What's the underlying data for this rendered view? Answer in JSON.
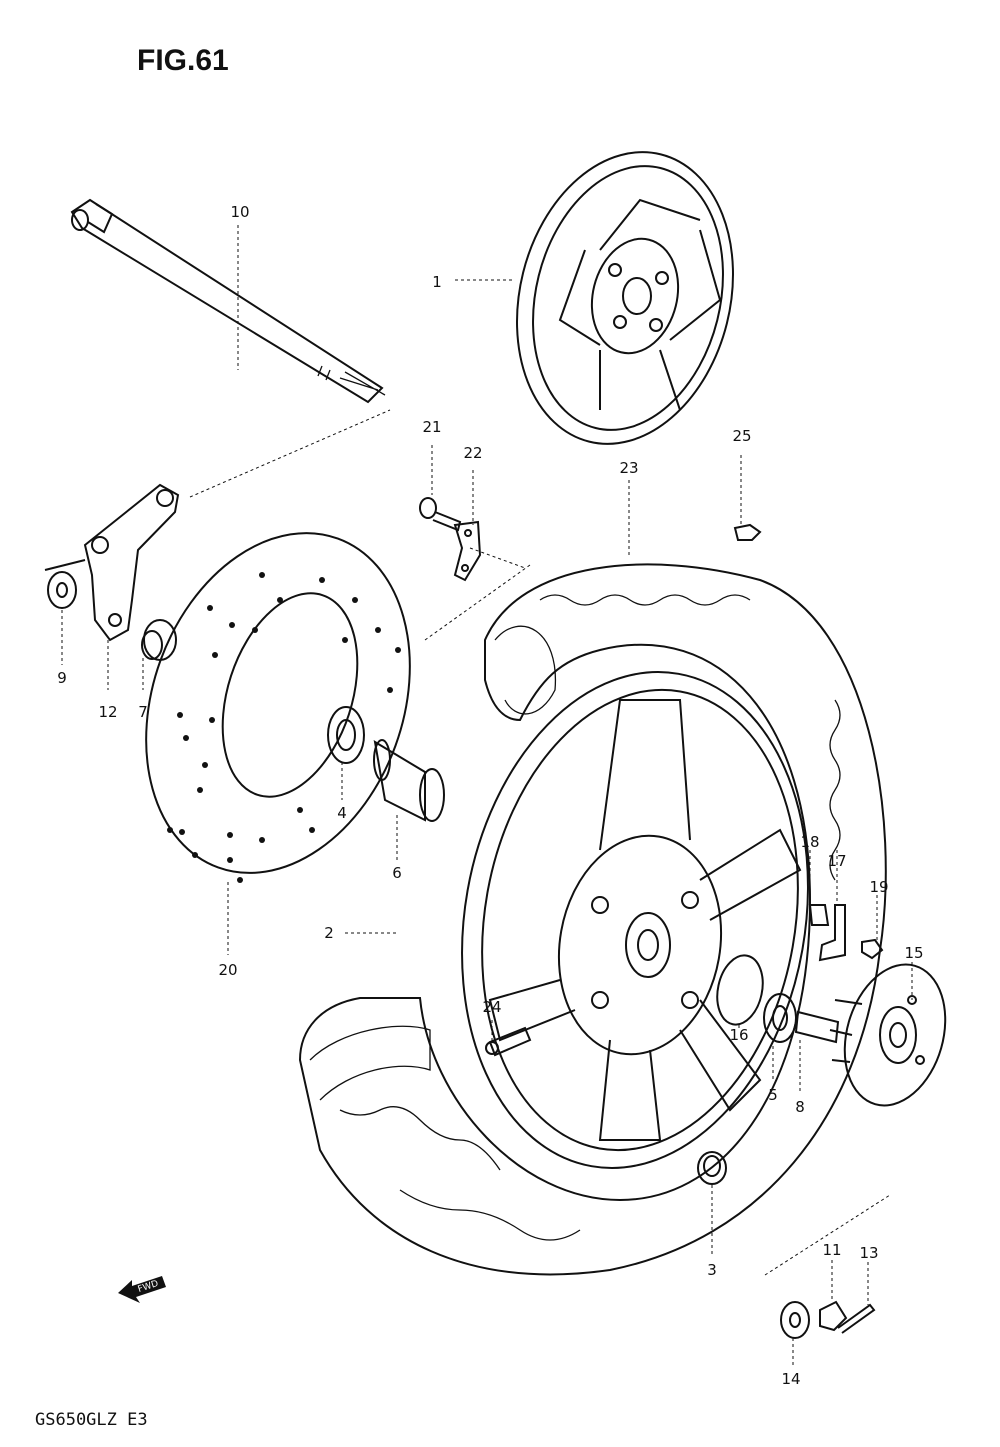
{
  "figure": {
    "title": "FIG.61",
    "model_code": "GS650GLZ E3",
    "fwd_label": "FWD"
  },
  "parts": [
    {
      "id": "1",
      "label": "1"
    },
    {
      "id": "2",
      "label": "2"
    },
    {
      "id": "3",
      "label": "3"
    },
    {
      "id": "4",
      "label": "4"
    },
    {
      "id": "5",
      "label": "5"
    },
    {
      "id": "6",
      "label": "6"
    },
    {
      "id": "7",
      "label": "7"
    },
    {
      "id": "8",
      "label": "8"
    },
    {
      "id": "9",
      "label": "9"
    },
    {
      "id": "10",
      "label": "10"
    },
    {
      "id": "11",
      "label": "11"
    },
    {
      "id": "12",
      "label": "12"
    },
    {
      "id": "13",
      "label": "13"
    },
    {
      "id": "14",
      "label": "14"
    },
    {
      "id": "15",
      "label": "15"
    },
    {
      "id": "16",
      "label": "16"
    },
    {
      "id": "17",
      "label": "17"
    },
    {
      "id": "18",
      "label": "18"
    },
    {
      "id": "19",
      "label": "19"
    },
    {
      "id": "20",
      "label": "20"
    },
    {
      "id": "21",
      "label": "21"
    },
    {
      "id": "22",
      "label": "22"
    },
    {
      "id": "23",
      "label": "23"
    },
    {
      "id": "24",
      "label": "24"
    },
    {
      "id": "25",
      "label": "25"
    }
  ]
}
